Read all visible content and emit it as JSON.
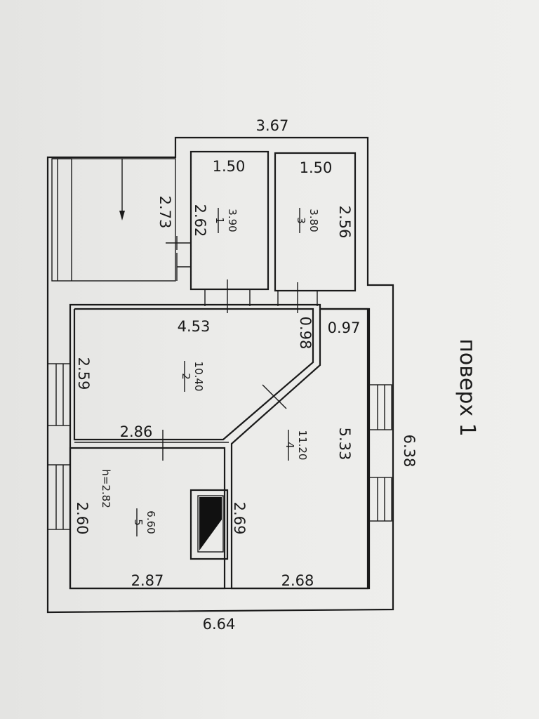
{
  "floor_title": "поверх 1",
  "overall_dimensions": {
    "top": "3.67",
    "bottom": "6.64",
    "right": "6.38"
  },
  "terrace": {
    "dimension": "2.73"
  },
  "rooms": [
    {
      "number": "1",
      "area": "3.90",
      "dims": [
        "1.50",
        "2.62"
      ]
    },
    {
      "number": "3",
      "area": "3.80",
      "dims": [
        "1.50",
        "2.56"
      ]
    },
    {
      "number": "2",
      "area": "10.40",
      "dims": [
        "4.53",
        "2.59",
        "2.86",
        "0.98"
      ]
    },
    {
      "number": "4",
      "area": "11.20",
      "dims": [
        "0.97",
        "5.33",
        "2.69",
        "2.68"
      ]
    },
    {
      "number": "5",
      "area": "6.60",
      "dims": [
        "2.60",
        "2.87"
      ],
      "height": "h=2.82"
    }
  ]
}
